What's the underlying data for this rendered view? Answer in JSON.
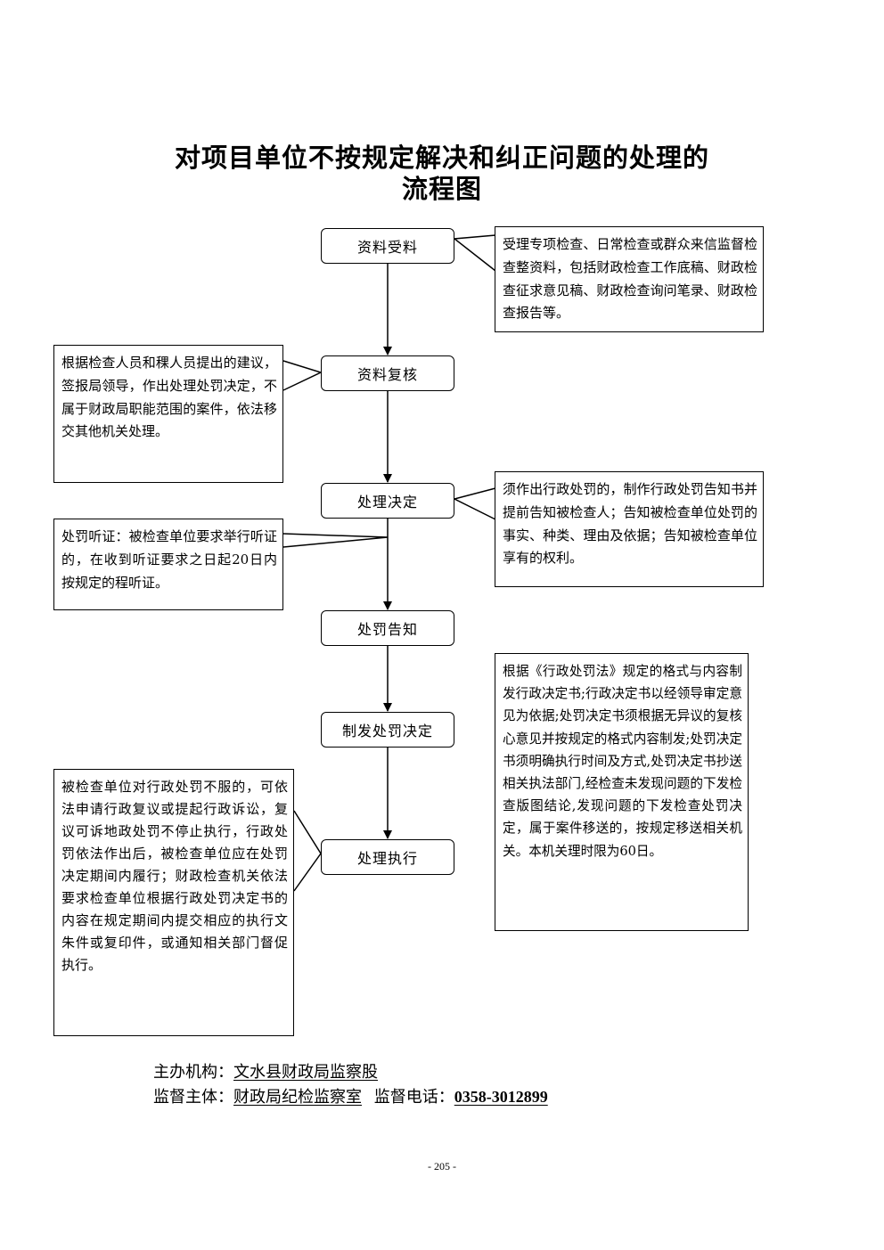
{
  "title": {
    "line1": "对项目单位不按规定解决和纠正问题的处理的",
    "line2": "流程图"
  },
  "steps": [
    {
      "id": "s1",
      "label": "资料受料"
    },
    {
      "id": "s2",
      "label": "资料复核"
    },
    {
      "id": "s3",
      "label": "处理决定"
    },
    {
      "id": "s4",
      "label": "处罚告知"
    },
    {
      "id": "s5",
      "label": "制发处罚决定"
    },
    {
      "id": "s6",
      "label": "处理执行"
    }
  ],
  "notes": {
    "intake": "受理专项检查、日常检查或群众来信监督检查整资料，包括财政检查工作底稿、财政检查征求意见稿、财政检查询问笔录、财政检查报告等。",
    "review": "根据检查人员和稞人员提出的建议，签报局领导，作出处理处罚决定，不属于财政局职能范围的案件，依法移交其他机关处理。",
    "decision": "须作出行政处罚的，制作行政处罚告知书并提前告知被检查人；告知被检查单位处罚的事实、种类、理由及依据；告知被检查单位享有的权利。",
    "hearing": "处罚听证：被检查单位要求举行听证的，在收到听证要求之日起20日内按规定的程听证。",
    "issue": "根据《行政处罚法》规定的格式与内容制发行政决定书;行政决定书以经领导审定意见为依据;处罚决定书须根据无异议的复核心意见并按规定的格式内容制发;处罚决定书须明确执行时间及方式,处罚决定书抄送相关执法部门,经检查未发现问题的下发检查版图结论,发现问题的下发检查处罚决定，属于案件移送的，按规定移送相关机关。本机关理时限为60日。",
    "execute": "被检查单位对行政处罚不服的，可依法申请行政复议或提起行政诉讼，复议可诉地政处罚不停止执行，行政处罚依法作出后，被检查单位应在处罚决定期间内履行；财政检查机关依法要求检查单位根据行政处罚决定书的内容在规定期间内提交相应的执行文朱件或复印件，或通知相关部门督促执行。"
  },
  "footer": {
    "org_label": "主办机构：",
    "org_value": "文水县财政局监察股",
    "supervisor_label": "监督主体：",
    "supervisor_value": "财政局纪检监察室",
    "phone_label": "监督电话：",
    "phone_value": "0358-3012899"
  },
  "page_number": "- 205 -"
}
